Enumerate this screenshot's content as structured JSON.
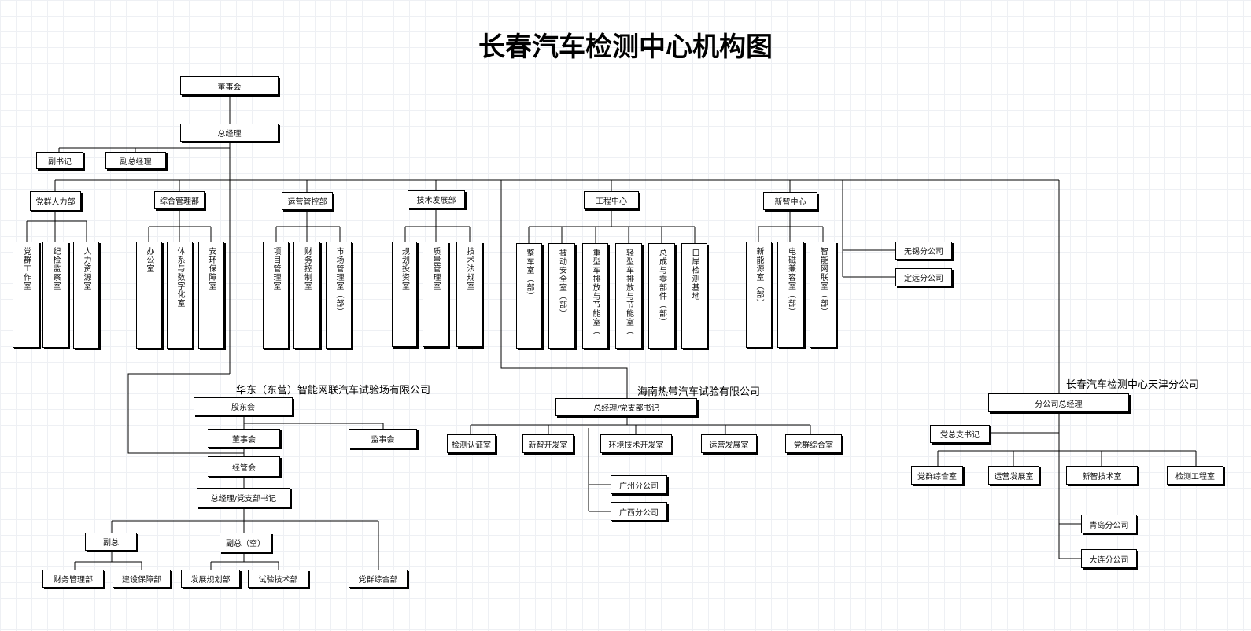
{
  "title": "长春汽车检测中心机构图",
  "hq": {
    "board": "董事会",
    "gm": "总经理",
    "deputy_secretary": "副书记",
    "deputy_gm": "副总经理",
    "depts": {
      "party": "党群人力部",
      "general": "综合管理部",
      "operations": "运营管控部",
      "tech_dev": "技术发展部",
      "engineering": "工程中心",
      "smart": "新智中心"
    },
    "party_rooms": [
      "党群工作室",
      "纪检监察室",
      "人力资源室"
    ],
    "general_rooms": [
      "办公室",
      "体系与数字化室",
      "安环保障室"
    ],
    "ops_rooms": [
      "项目管理室",
      "财务控制室",
      "市场管理室（部）"
    ],
    "tech_rooms": [
      "规划投资室",
      "质量管理室",
      "技术法规室"
    ],
    "eng_rooms": [
      "整车室（部）",
      "被动安全室（部）",
      "重型车排放与节能室（",
      "轻型车排放与节能室（",
      "总成与零部件（部）",
      "口岸检测基地"
    ],
    "smart_rooms": [
      "新能源室（部）",
      "电磁兼容室（部）",
      "智能网联室（部）"
    ],
    "branches": [
      "无锡分公司",
      "定远分公司"
    ]
  },
  "huadong": {
    "name": "华东（东营）智能网联汽车试验场有限公司",
    "shareholders": "股东会",
    "board": "董事会",
    "supervisors": "监事会",
    "committee": "经管会",
    "gm": "总经理/党支部书记",
    "deputy": "副总",
    "deputy_vacant": "副总（空）",
    "depts": [
      "财务管理部",
      "建设保障部",
      "发展规划部",
      "试验技术部",
      "党群综合部"
    ]
  },
  "hainan": {
    "name": "海南热带汽车试验有限公司",
    "gm": "总经理/党支部书记",
    "rooms": [
      "检测认证室",
      "新智开发室",
      "环境技术开发室",
      "运营发展室",
      "党群综合室"
    ],
    "branches": [
      "广州分公司",
      "广西分公司"
    ]
  },
  "tianjin": {
    "name": "长春汽车检测中心天津分公司",
    "gm": "分公司总经理",
    "secretary": "党总支书记",
    "rooms": [
      "党群综合室",
      "运营发展室",
      "新智技术室",
      "检测工程室"
    ],
    "branches": [
      "青岛分公司",
      "大连分公司"
    ]
  }
}
